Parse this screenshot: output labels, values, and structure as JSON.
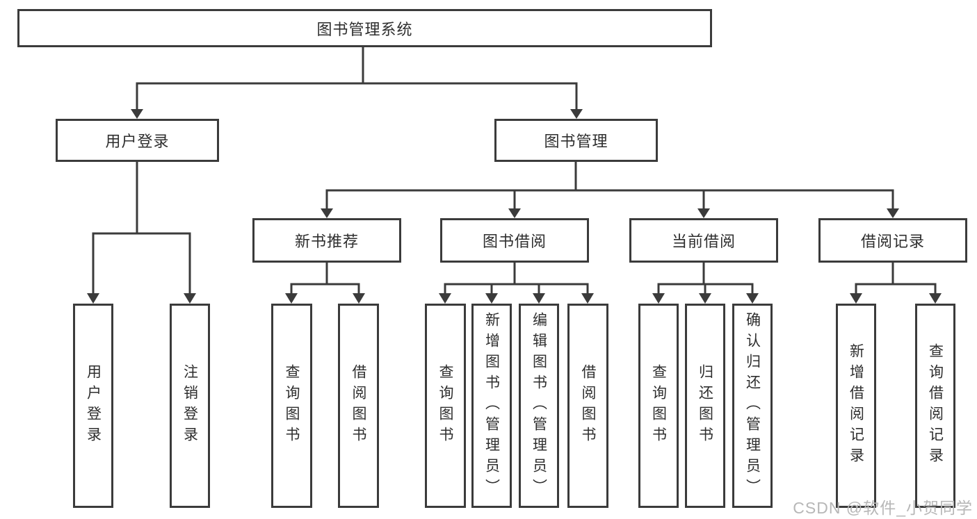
{
  "colors": {
    "line": "#3b3b3b",
    "text": "#2e2e2e",
    "background": "#ffffff",
    "watermark_text": "#b7b7b7"
  },
  "title": "图书管理系统",
  "nodes": {
    "user_login": "用户登录",
    "book_management": "图书管理",
    "new_book_recommend": "新书推荐",
    "book_borrowing": "图书借阅",
    "current_borrowing": "当前借阅",
    "borrowing_records": "借阅记录"
  },
  "leaves": {
    "user_login": "用户登录",
    "logout_login": "注销登录",
    "recommend_query_books": "查询图书",
    "recommend_borrow_books": "借阅图书",
    "borrow_query_books": "查询图书",
    "borrow_add_books_admin": "新增图书（管理员）",
    "borrow_edit_books_admin": "编辑图书（管理员）",
    "borrow_borrow_books": "借阅图书",
    "current_query_books": "查询图书",
    "current_return_books": "归还图书",
    "current_confirm_return_admin": "确认归还（管理员）",
    "records_add_record": "新增借阅记录",
    "records_query_record": "查询借阅记录"
  },
  "watermark": "CSDN @软件_小贺同学"
}
